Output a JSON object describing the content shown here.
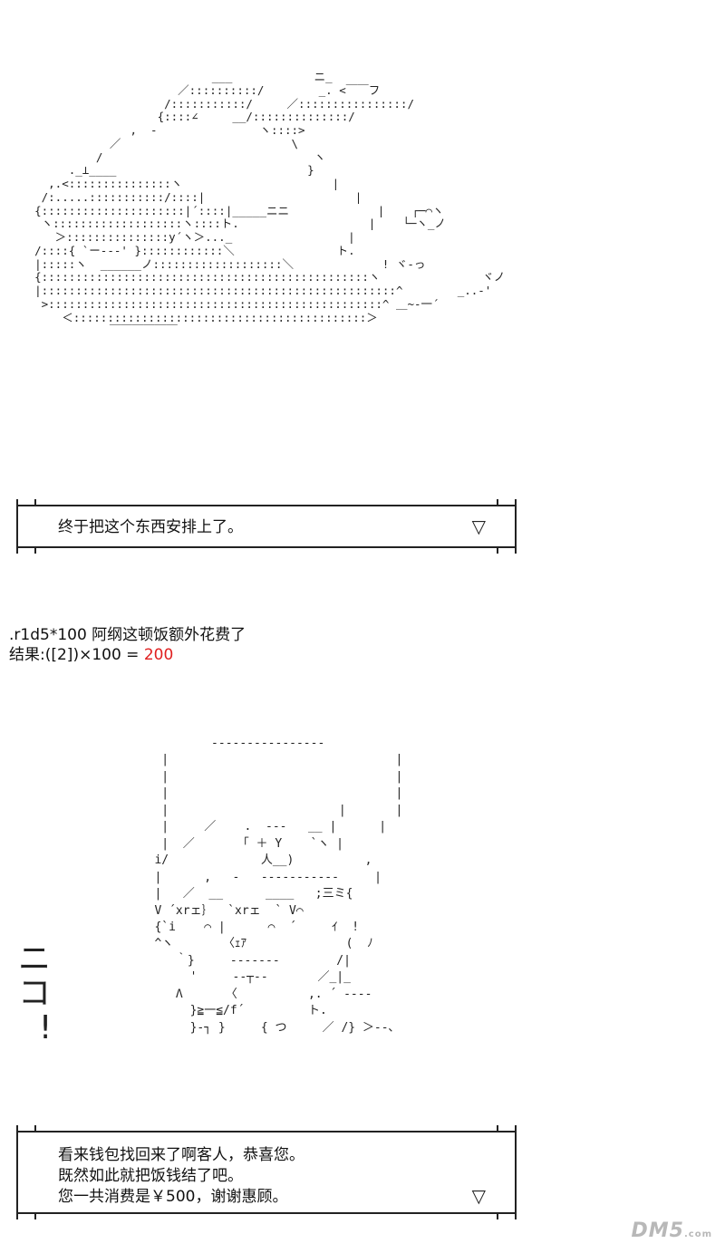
{
  "art": {
    "rabbit": "                              ___            ニ_\n                         ／::::::::::/        _. <￣￣フ\n                       /:::::::::::/     ／::::::::::::::::/\n                      {::::∠     __/::::::::::::::/\n                  ,  -               ヽ::::>\n               ／                         \\\n             /                               ヽ\n         ._⊥____                            }\n      ,.<:::::::::::::::ヽ                      |\n     /:.....:::::::::::/::::|                      |\n    {:::::::::::::::::::::|´::::|_____ニニ             |    ┌─⌒ヽ\n     ヽ:::::::::::::::::::ヽ::::ト.                   |    └─ヽ_ノ\n       ＞:::::::::::::::y´ヽ＞..._                 |\n    /::::{ `ー--‐' }::::::::::::＼               ト.\n    |:::::ヽ  ______ノ:::::::::::::::::::＼             ! ヾ‐っ\n    {::::::::::::::::::::::::::::::::::::::::::::::::ヽ               ヾノ\n    |::::::::::::::::::::::::::::::::::::::::::::::::::::^        _..-'\n     >:::::::::::::::::::::::::::::::::::::::::::::::::^ ＿~‐一´\n        ＜:::::::::::::::::::::::::::::::::::::::::::＞\n               ￣￣￣￣￣￣",
    "waiter": "                 ‐‐‐‐‐‐‐‐‐‐‐‐‐‐‐‐\n          |                                |\n          |                                |\n          |                                |\n          |                        |       |\n          |     ／    .  ‐‐‐   __ |      |\n          |  ／      「 ＋ Y    `ヽ |\n         i/             人__)          ,\n         |      ,   -   ‐‐‐‐‐‐‐‐‐‐‐     |\n         |   ／  __      ____   ;三ミ{\n         V ´xrェ｝  `xrェ  ` V⌒\n         {`i    ⌒ |      ⌒  ´     ｲ  !\n         ^ヽ       〈ｪｱ              (  ﾉ\n            ｀}     ‐‐‐‐‐‐‐        /|\n              '     ‐‐┬‐‐       ／_|_\n            Λ      〈          ,. ´ ‐‐‐‐\n              }≧一≦/f´         ト.\n              }-┐ }     { つ     ／ /} ＞‐‐､",
    "side": "ニ\nコ\n  !"
  },
  "dialog1": {
    "text": "终于把这个东西安排上了。",
    "arrow": "▽"
  },
  "roll": {
    "line1": ".r1d5*100 阿纲这顿饭额外花费了",
    "result_prefix": "结果:([2])×100 = ",
    "result_value": "200",
    "result_color": "#e02020"
  },
  "dialog2": {
    "line1": "看来钱包找回来了啊客人，恭喜您。",
    "line2": "既然如此就把饭钱结了吧。",
    "line3": "您一共消费是￥500，谢谢惠顾。",
    "arrow": "▽"
  },
  "watermark": {
    "brand": "DM5",
    "suffix": ".com"
  }
}
